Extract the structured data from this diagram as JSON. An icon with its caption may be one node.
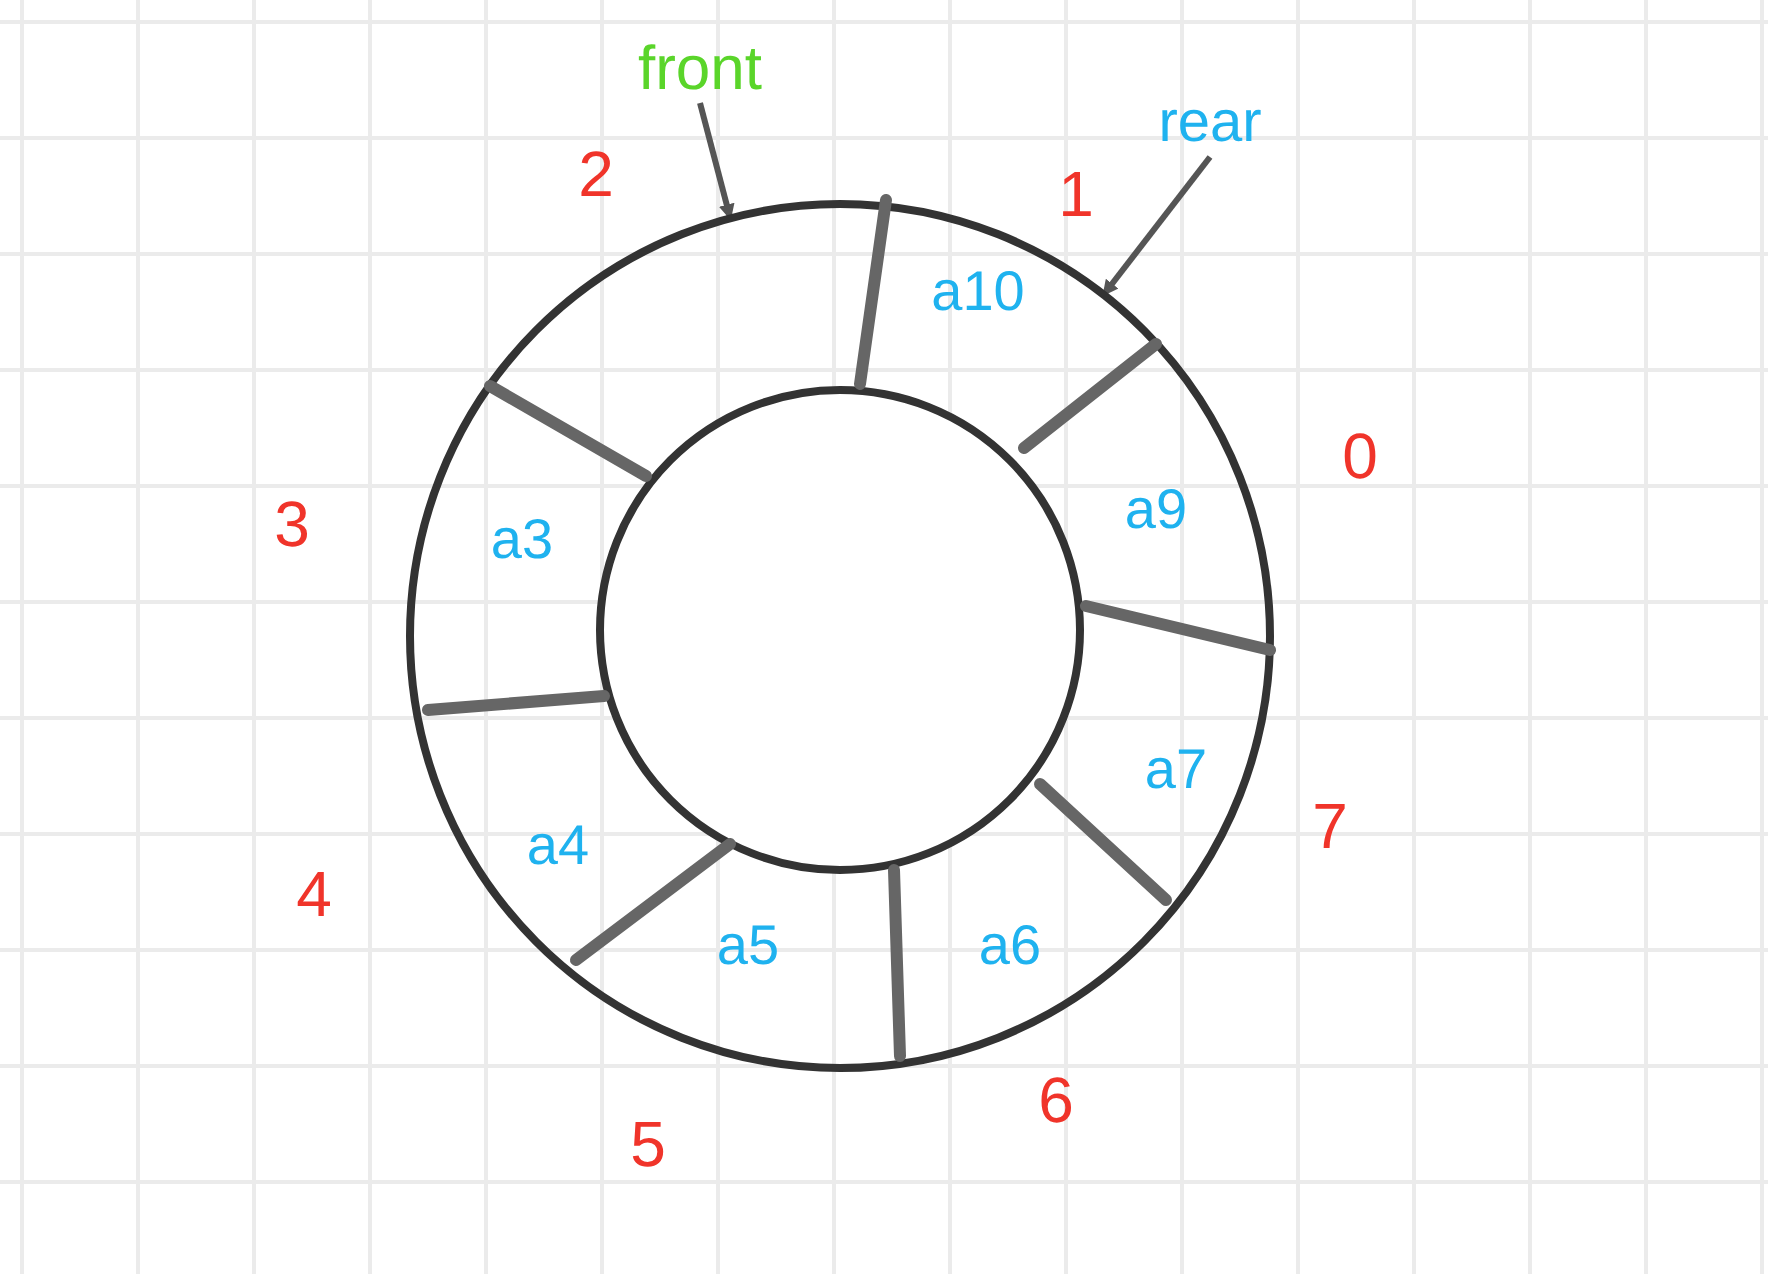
{
  "diagram": {
    "nodes": [
      {
        "text": [
          "front"
        ]
      },
      {
        "text": [
          "rear"
        ]
      },
      {
        "text": [],
        "shape": "circle"
      }
    ],
    "edges": [
      {
        "from": 0,
        "to": 2,
        "arrow": "to"
      },
      {
        "from": 1,
        "to": 2,
        "arrow": "to"
      }
    ],
    "labels": [
      "2",
      "1",
      "a10",
      "0",
      "a9",
      "3",
      "a3",
      "a7",
      "7",
      "a4",
      "4",
      "a5",
      "a6",
      "6",
      "5"
    ]
  }
}
